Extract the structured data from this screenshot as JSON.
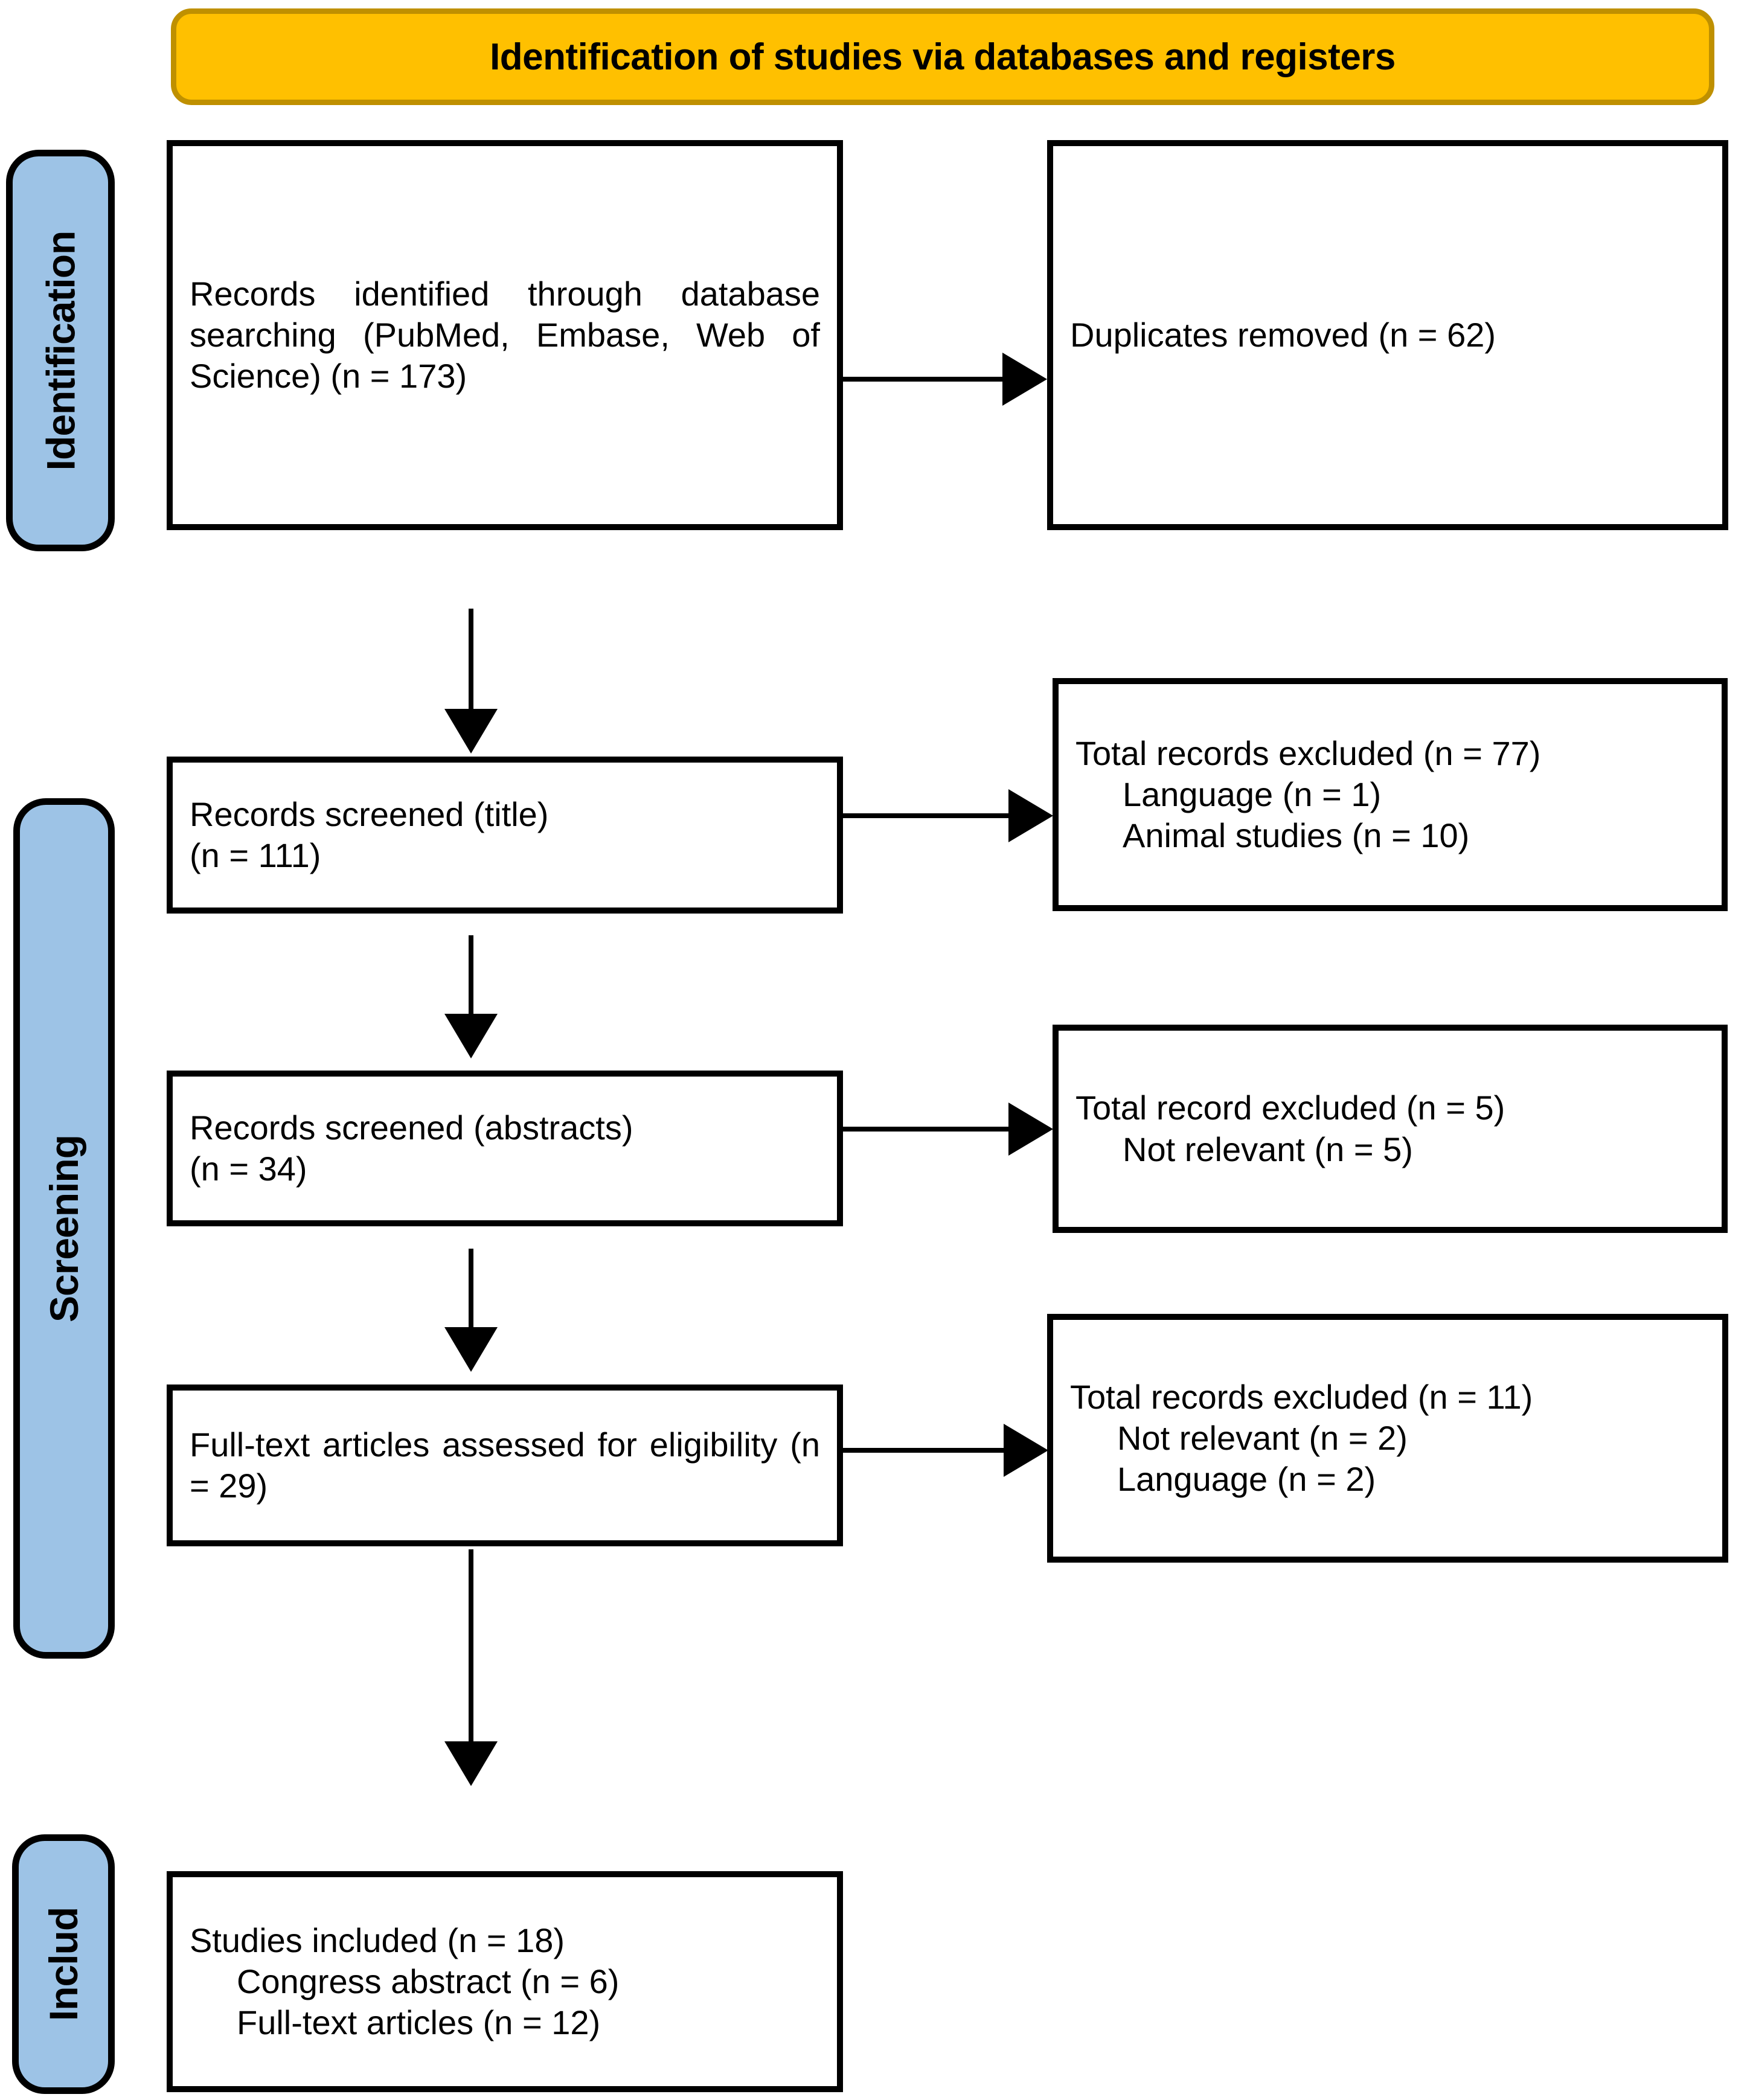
{
  "header": {
    "title": "Identification of studies via databases and registers",
    "fill_color": "#FFC000",
    "border_color": "#BF9000"
  },
  "stages": [
    {
      "id": "identification",
      "label": "Identification",
      "fill_color": "#9DC3E6"
    },
    {
      "id": "screening",
      "label": "Screening",
      "fill_color": "#9DC3E6"
    },
    {
      "id": "included",
      "label": "Includ",
      "fill_color": "#9DC3E6"
    }
  ],
  "boxes": {
    "records_identified": {
      "text": "Records identified through database searching (PubMed, Embase, Web of Science) (n = 173)"
    },
    "duplicates_removed": {
      "text": "Duplicates removed (n = 62)"
    },
    "records_screened_title": {
      "line1": "Records screened (title)",
      "line2": "(n = 111)"
    },
    "excluded_title": {
      "line1": "Total records excluded (n = 77)",
      "sub1": "Language (n = 1)",
      "sub2": "Animal studies (n = 10)"
    },
    "records_screened_abstracts": {
      "line1": "Records screened (abstracts)",
      "line2": "(n = 34)"
    },
    "excluded_abstracts": {
      "line1": "Total record excluded (n = 5)",
      "sub1": "Not relevant (n = 5)"
    },
    "fulltext_assessed": {
      "line1": "Full-text articles assessed for eligibility (n = 29)"
    },
    "excluded_fulltext": {
      "line1": "Total records excluded (n = 11)",
      "sub1": "Not relevant (n = 2)",
      "sub2": "Language (n = 2)"
    },
    "studies_included": {
      "line1": "Studies included (n = 18)",
      "sub1": "Congress abstract (n = 6)",
      "sub2": "Full-text articles (n = 12)"
    }
  },
  "connectors": {
    "identified_to_duplicates": "arrow-right",
    "identified_to_screened_title": "arrow-down",
    "screened_title_to_excluded": "arrow-right",
    "screened_title_to_abstracts": "arrow-down",
    "abstracts_to_excluded": "arrow-right",
    "abstracts_to_fulltext": "arrow-down",
    "fulltext_to_excluded": "arrow-right",
    "fulltext_to_included": "arrow-down"
  }
}
